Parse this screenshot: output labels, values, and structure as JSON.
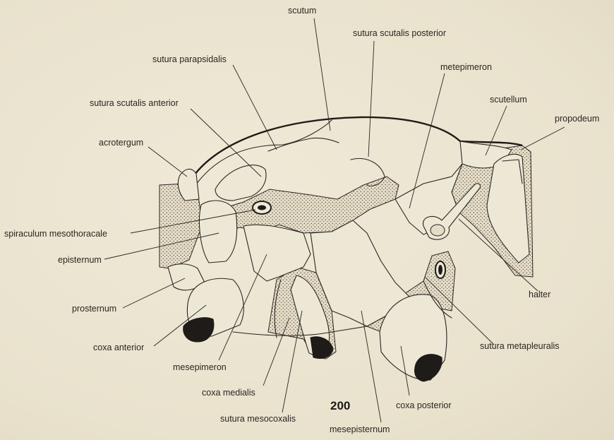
{
  "figure_number": "200",
  "labels": {
    "scutum": "scutum",
    "sutura_scutalis_posterior": "sutura scutalis posterior",
    "sutura_parapsidalis": "sutura parapsidalis",
    "metepimeron": "metepimeron",
    "sutura_scutalis_anterior": "sutura scutalis anterior",
    "scutellum": "scutellum",
    "propodeum": "propodeum",
    "acrotergum": "acrotergum",
    "spiraculum_mesothoracale": "spiraculum mesothoracale",
    "episternum": "episternum",
    "prosternum": "prosternum",
    "halter": "halter",
    "coxa_anterior": "coxa anterior",
    "sutura_metapleuralis": "sutura metapleuralis",
    "mesepimeron": "mesepimeron",
    "coxa_medialis": "coxa medialis",
    "sutura_mesocoxalis": "sutura mesocoxalis",
    "coxa_posterior": "coxa posterior",
    "mesepisternum": "mesepisternum"
  }
}
